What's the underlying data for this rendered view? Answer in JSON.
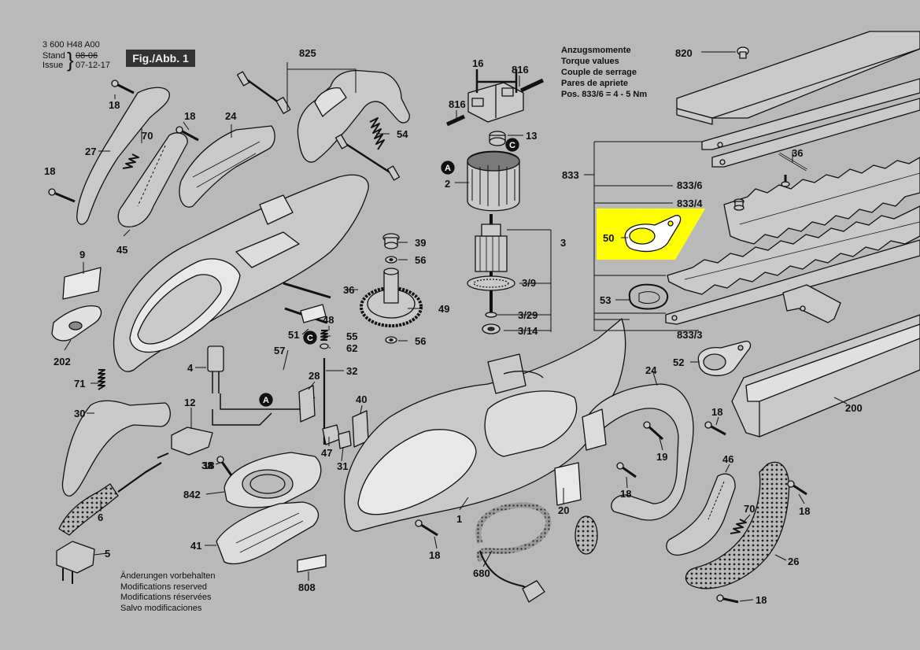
{
  "header": {
    "doc_number": "3 600 H48 A00",
    "stand_label": "Stand",
    "issue_label": "Issue",
    "old_date": "08-06",
    "new_date": "07-12-17",
    "figure_label": "Fig./Abb. 1"
  },
  "torque": {
    "lines": [
      "Anzugsmomente",
      "Torque values",
      "Couple de serrage",
      "Pares de apriete",
      "Pos. 833/6 = 4 - 5 Nm"
    ]
  },
  "notes": {
    "lines": [
      "Änderungen vorbehalten",
      "Modifications reserved",
      "Modifications réservées",
      "Salvo modificaciones"
    ]
  },
  "markers": {
    "a": "A",
    "c": "C"
  },
  "highlight_color": "#ffff00",
  "refs": [
    {
      "id": "825",
      "label": "825"
    },
    {
      "id": "820",
      "label": "820"
    },
    {
      "id": "16",
      "label": "16"
    },
    {
      "id": "816a",
      "label": "816"
    },
    {
      "id": "816b",
      "label": "816"
    },
    {
      "id": "13",
      "label": "13"
    },
    {
      "id": "2",
      "label": "2"
    },
    {
      "id": "18a",
      "label": "18"
    },
    {
      "id": "18b",
      "label": "18"
    },
    {
      "id": "18c",
      "label": "18"
    },
    {
      "id": "18d",
      "label": "18"
    },
    {
      "id": "18e",
      "label": "18"
    },
    {
      "id": "18f",
      "label": "18"
    },
    {
      "id": "18g",
      "label": "18"
    },
    {
      "id": "18h",
      "label": "18"
    },
    {
      "id": "18i",
      "label": "18"
    },
    {
      "id": "27",
      "label": "27"
    },
    {
      "id": "70a",
      "label": "70"
    },
    {
      "id": "70b",
      "label": "70"
    },
    {
      "id": "24a",
      "label": "24"
    },
    {
      "id": "24b",
      "label": "24"
    },
    {
      "id": "54",
      "label": "54"
    },
    {
      "id": "45",
      "label": "45"
    },
    {
      "id": "9",
      "label": "9"
    },
    {
      "id": "202",
      "label": "202"
    },
    {
      "id": "39",
      "label": "39"
    },
    {
      "id": "56a",
      "label": "56"
    },
    {
      "id": "56b",
      "label": "56"
    },
    {
      "id": "3",
      "label": "3"
    },
    {
      "id": "3_9",
      "label": "3/9"
    },
    {
      "id": "3_29",
      "label": "3/29"
    },
    {
      "id": "3_14",
      "label": "3/14"
    },
    {
      "id": "49",
      "label": "49"
    },
    {
      "id": "36a",
      "label": "36"
    },
    {
      "id": "36b",
      "label": "36"
    },
    {
      "id": "833",
      "label": "833"
    },
    {
      "id": "833_6",
      "label": "833/6"
    },
    {
      "id": "833_4",
      "label": "833/4"
    },
    {
      "id": "833_3",
      "label": "833/3"
    },
    {
      "id": "50",
      "label": "50"
    },
    {
      "id": "53",
      "label": "53"
    },
    {
      "id": "52",
      "label": "52"
    },
    {
      "id": "200",
      "label": "200"
    },
    {
      "id": "48",
      "label": "48"
    },
    {
      "id": "51",
      "label": "51"
    },
    {
      "id": "55",
      "label": "55"
    },
    {
      "id": "62",
      "label": "62"
    },
    {
      "id": "57",
      "label": "57"
    },
    {
      "id": "4",
      "label": "4"
    },
    {
      "id": "32",
      "label": "32"
    },
    {
      "id": "71",
      "label": "71"
    },
    {
      "id": "28",
      "label": "28"
    },
    {
      "id": "40",
      "label": "40"
    },
    {
      "id": "30",
      "label": "30"
    },
    {
      "id": "12",
      "label": "12"
    },
    {
      "id": "47",
      "label": "47"
    },
    {
      "id": "31",
      "label": "31"
    },
    {
      "id": "38",
      "label": "38"
    },
    {
      "id": "842",
      "label": "842"
    },
    {
      "id": "6",
      "label": "6"
    },
    {
      "id": "5",
      "label": "5"
    },
    {
      "id": "41",
      "label": "41"
    },
    {
      "id": "808",
      "label": "808"
    },
    {
      "id": "1",
      "label": "1"
    },
    {
      "id": "680",
      "label": "680"
    },
    {
      "id": "20",
      "label": "20"
    },
    {
      "id": "19",
      "label": "19"
    },
    {
      "id": "46",
      "label": "46"
    },
    {
      "id": "26",
      "label": "26"
    }
  ]
}
